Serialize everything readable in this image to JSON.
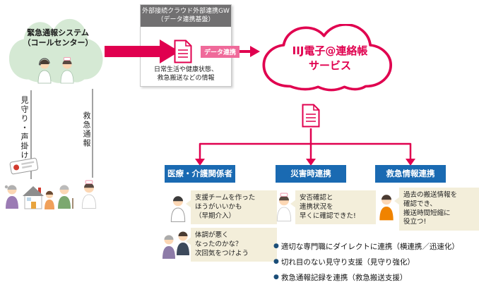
{
  "colors": {
    "accent_red": "#e0004f",
    "box_blue": "#1a6ab2",
    "cloud_green": "#d5e9d4",
    "gateway_gray": "#717071",
    "bubble_beige": "#f3eeda",
    "tag_pink": "#ef6a9a",
    "bullet_navy": "#1b4e78"
  },
  "source_cloud": {
    "title": "緊急通報システム\n（コールセンター）"
  },
  "left_labels": {
    "watch": "見守り・声掛け",
    "emergency_call": "救急通報"
  },
  "gateway": {
    "header": "外部接続クラウド外部連携GW\n（データ連携基盤）",
    "note": "日常生活や健康状態、\n救急搬送などの情報",
    "tag": "データ連携"
  },
  "service_cloud": {
    "title": "IIJ電子@連絡帳\nサービス"
  },
  "branches": [
    {
      "label": "医療・介護関係者",
      "bubbles": [
        "支援チームを作った\nほうがいいかも\n（早期介入）",
        "体調が悪く\nなったのかな？\n次回気をつけよう"
      ]
    },
    {
      "label": "災害時連携",
      "bubbles": [
        "安否確認と\n連携状況を\n早くに確認できた!"
      ]
    },
    {
      "label": "救急情報連携",
      "bubbles": [
        "過去の搬送情報を\n確認でき、\n搬送時間短縮に\n役立つ!"
      ]
    }
  ],
  "benefits": {
    "bullet": "●",
    "items": [
      "適切な専門職にダイレクトに連携（横連携／迅速化）",
      "切れ目のない見守り支援（見守り強化）",
      "救急通報記録を連携（救急搬送支援）"
    ]
  }
}
